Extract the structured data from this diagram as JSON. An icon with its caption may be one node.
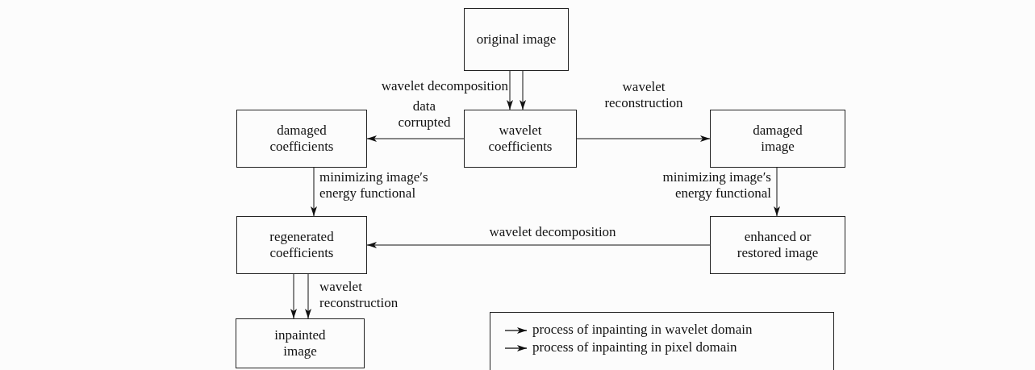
{
  "diagram": {
    "nodes": [
      {
        "text": [
          "original image"
        ]
      },
      {
        "text": [
          "wavelet coefficients"
        ]
      },
      {
        "text": [
          "damaged coefficients"
        ]
      },
      {
        "text": [
          "damaged image"
        ]
      },
      {
        "text": [
          "regenerated coefficients"
        ]
      },
      {
        "text": [
          "enhanced or restored image"
        ]
      },
      {
        "text": [
          "inpainted image"
        ]
      }
    ],
    "edges": [
      {
        "from": 0,
        "to": 1,
        "arrow": "to",
        "label": "wavelet decomposition"
      },
      {
        "from": 0,
        "to": 1,
        "arrow": "to"
      },
      {
        "from": 1,
        "to": 2,
        "arrow": "to",
        "label": "data corrupted"
      },
      {
        "from": 1,
        "to": 3,
        "arrow": "to",
        "label": "wavelet reconstruction"
      },
      {
        "from": 2,
        "to": 4,
        "arrow": "to",
        "label": "minimizing image′s energy functional"
      },
      {
        "from": 3,
        "to": 5,
        "arrow": "to",
        "label": "minimizing image′s energy functional"
      },
      {
        "from": 5,
        "to": 4,
        "arrow": "to",
        "label": "wavelet decomposition"
      },
      {
        "from": 4,
        "to": 6,
        "arrow": "to"
      },
      {
        "from": 4,
        "to": 6,
        "arrow": "to",
        "label": "wavelet reconstruction"
      }
    ],
    "legend": [
      {
        "text": "process of inpainting in wavelet domain"
      },
      {
        "text": "process of inpainting in pixel domain"
      }
    ]
  }
}
